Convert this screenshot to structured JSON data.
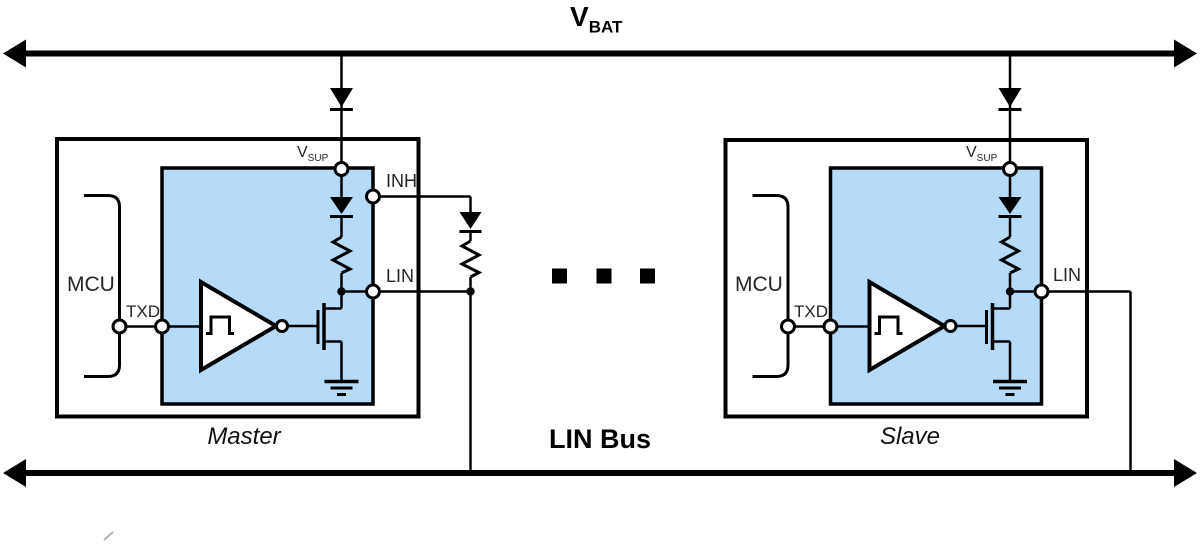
{
  "bus": {
    "vbat": {
      "main": "V",
      "sub": "BAT"
    },
    "lin_bus_label": "LIN Bus"
  },
  "nodes": {
    "master": {
      "name": "Master",
      "mcu": "MCU",
      "txd": "TXD",
      "vsup_main": "V",
      "vsup_sub": "SUP",
      "inh": "INH",
      "lin": "LIN"
    },
    "slave": {
      "name": "Slave",
      "mcu": "MCU",
      "txd": "TXD",
      "vsup_main": "V",
      "vsup_sub": "SUP",
      "lin": "LIN"
    }
  },
  "ellipsis_dot_count": 3,
  "colors": {
    "ink": "#000000",
    "label": "#262626",
    "chip_fill": "#B5DBF9",
    "background": "#FFFFFF"
  }
}
